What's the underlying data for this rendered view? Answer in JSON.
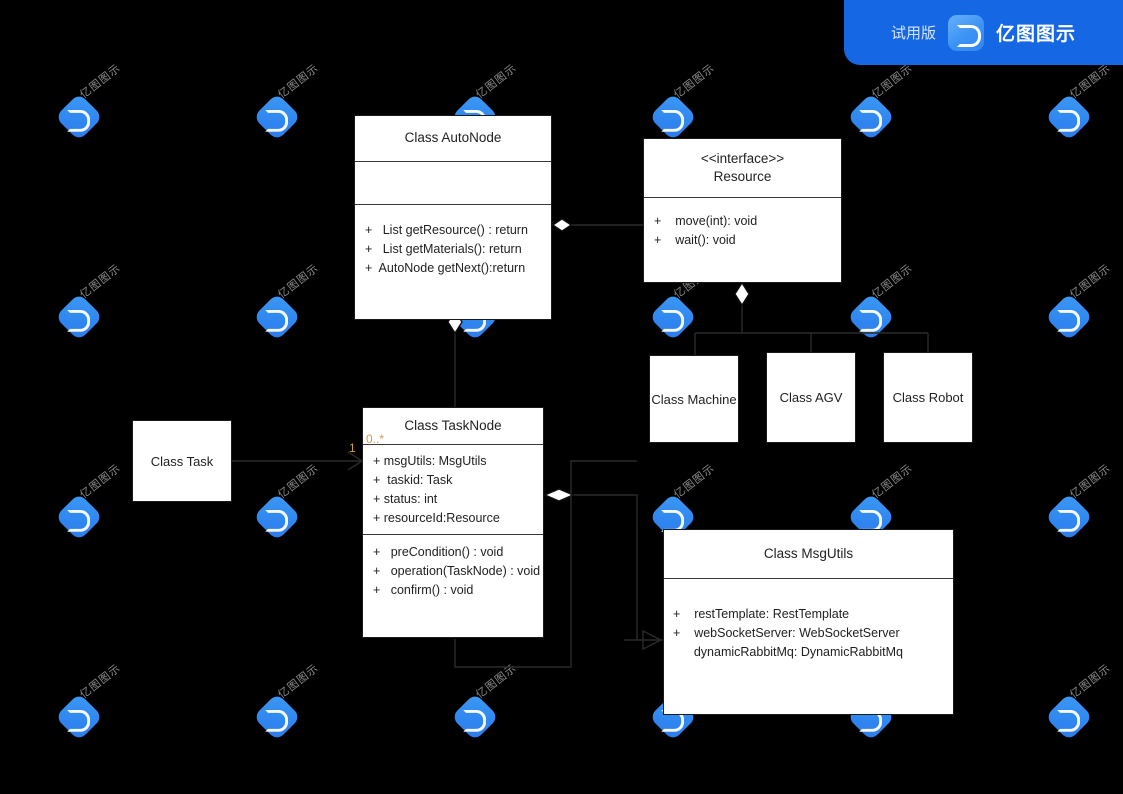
{
  "header": {
    "trial_label": "试用版",
    "brand_name": "亿图图示",
    "logo_icon": "edraw-logo-icon",
    "background_color": "#1567e3"
  },
  "watermark": {
    "text": "亿图图示",
    "logo_icon": "edraw-watermark-logo-icon",
    "color": "#8b8b8b",
    "logo_color": "#2f86f0"
  },
  "canvas": {
    "background_color": "#000000",
    "box_fill": "#ffffff",
    "box_border": "#1a1a1a",
    "multiplicity_color": "#d39b46"
  },
  "diagram": {
    "type": "uml-class-diagram",
    "classes": [
      {
        "id": "autonode",
        "title": "Class AutoNode",
        "attributes": [],
        "operations": [
          "+   List getResource() : return",
          "+   List getMaterials(): return",
          "+  AutoNode getNext():return"
        ]
      },
      {
        "id": "resource",
        "stereotype": "<<interface>>",
        "title": "Resource",
        "operations": [
          "+    move(int): void",
          "+    wait(): void"
        ]
      },
      {
        "id": "machine",
        "title": "Class Machine"
      },
      {
        "id": "agv",
        "title": "Class AGV"
      },
      {
        "id": "robot",
        "title": "Class Robot"
      },
      {
        "id": "task",
        "title": "Class Task"
      },
      {
        "id": "tasknode",
        "title": "Class TaskNode",
        "attributes": [
          "+ msgUtils: MsgUtils",
          "+  taskid: Task",
          "+ status: int",
          "+ resourceId:Resource"
        ],
        "operations": [
          "+   preCondition() : void",
          "+   operation(TaskNode) : void",
          "+   confirm() : void"
        ]
      },
      {
        "id": "msgutils",
        "title": "Class MsgUtils",
        "attributes": [
          "+    restTemplate: RestTemplate",
          "+    webSocketServer: WebSocketServer",
          "      dynamicRabbitMq: DynamicRabbitMq"
        ]
      }
    ],
    "multiplicities": [
      {
        "id": "task-source",
        "label": "1"
      },
      {
        "id": "tasknode-target",
        "label": "0..*"
      }
    ],
    "relationships": [
      {
        "from": "autonode",
        "to": "resource",
        "kind": "aggregation"
      },
      {
        "from": "autonode",
        "to": "tasknode",
        "kind": "aggregation"
      },
      {
        "from": "resource",
        "to": "machine",
        "kind": "generalization-bus"
      },
      {
        "from": "resource",
        "to": "agv",
        "kind": "generalization-bus"
      },
      {
        "from": "resource",
        "to": "robot",
        "kind": "generalization-bus"
      },
      {
        "from": "task",
        "to": "tasknode",
        "kind": "association"
      },
      {
        "from": "tasknode",
        "to": "msgutils",
        "kind": "aggregation"
      },
      {
        "from": "tasknode",
        "to": "msgutils",
        "kind": "dependency"
      }
    ]
  }
}
